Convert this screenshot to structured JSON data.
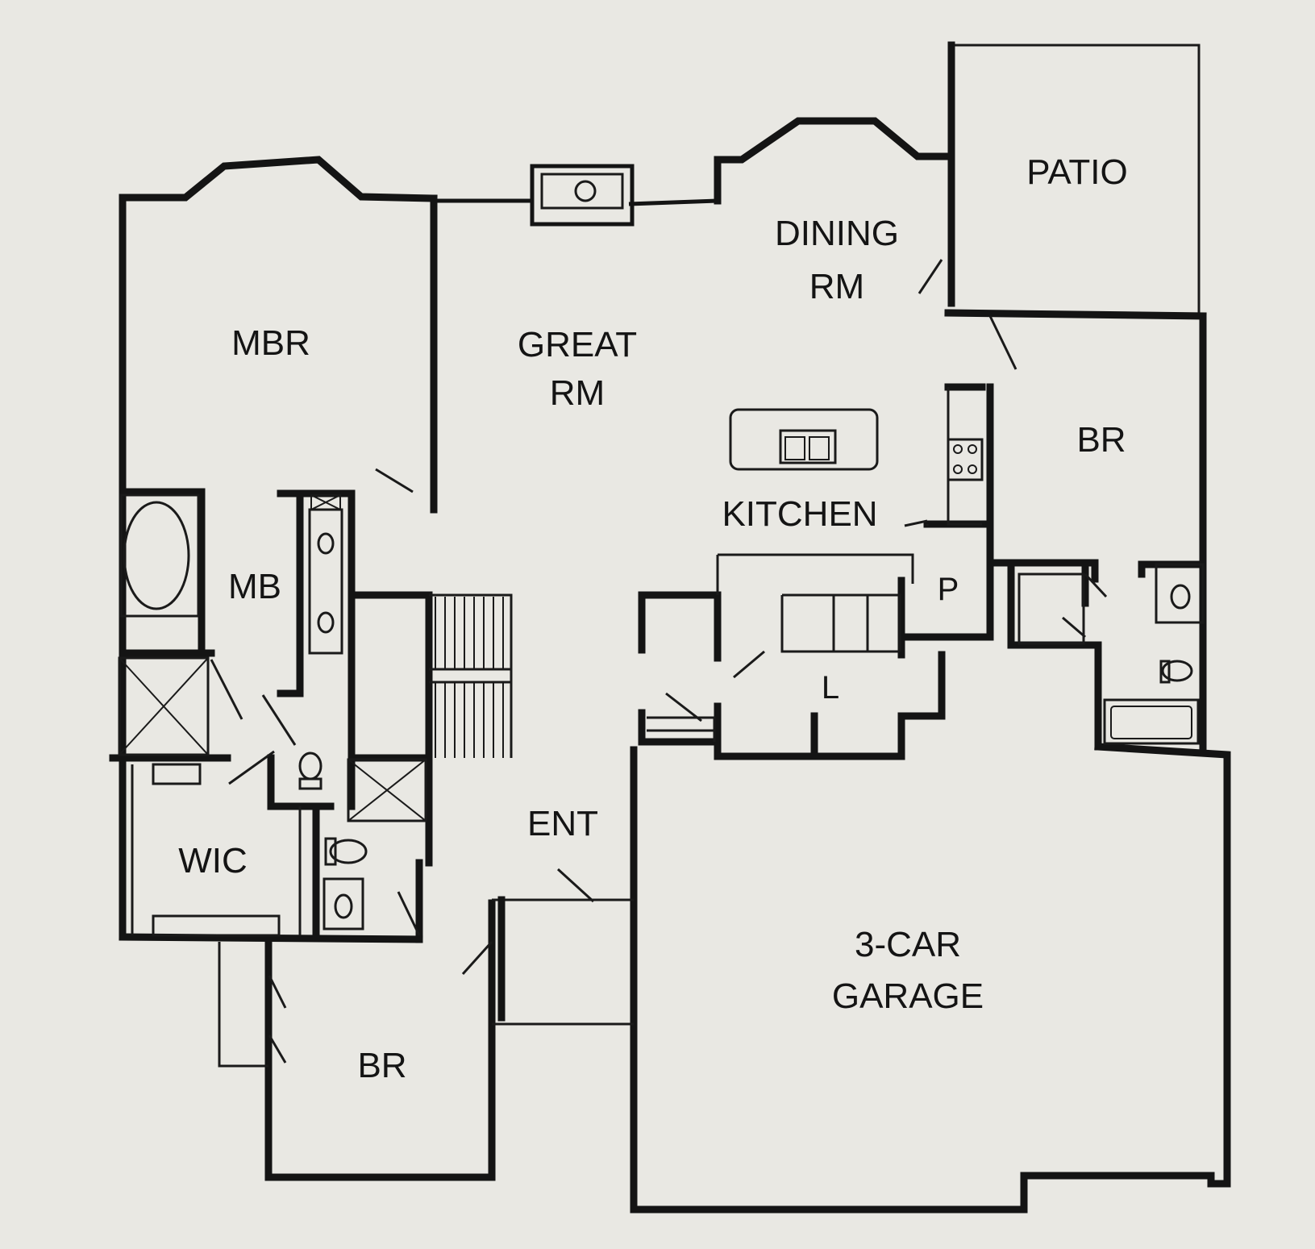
{
  "rooms": {
    "mbr": "MBR",
    "great_rm_1": "GREAT",
    "great_rm_2": "RM",
    "dining_rm_1": "DINING",
    "dining_rm_2": "RM",
    "patio": "PATIO",
    "kitchen": "KITCHEN",
    "br_east": "BR",
    "mb": "MB",
    "pantry": "P",
    "laundry": "L",
    "wic": "WIC",
    "ent": "ENT",
    "br_south": "BR",
    "garage_1": "3-CAR",
    "garage_2": "GARAGE"
  },
  "colors": {
    "paper": "#e9e8e3",
    "ink": "#141414"
  }
}
